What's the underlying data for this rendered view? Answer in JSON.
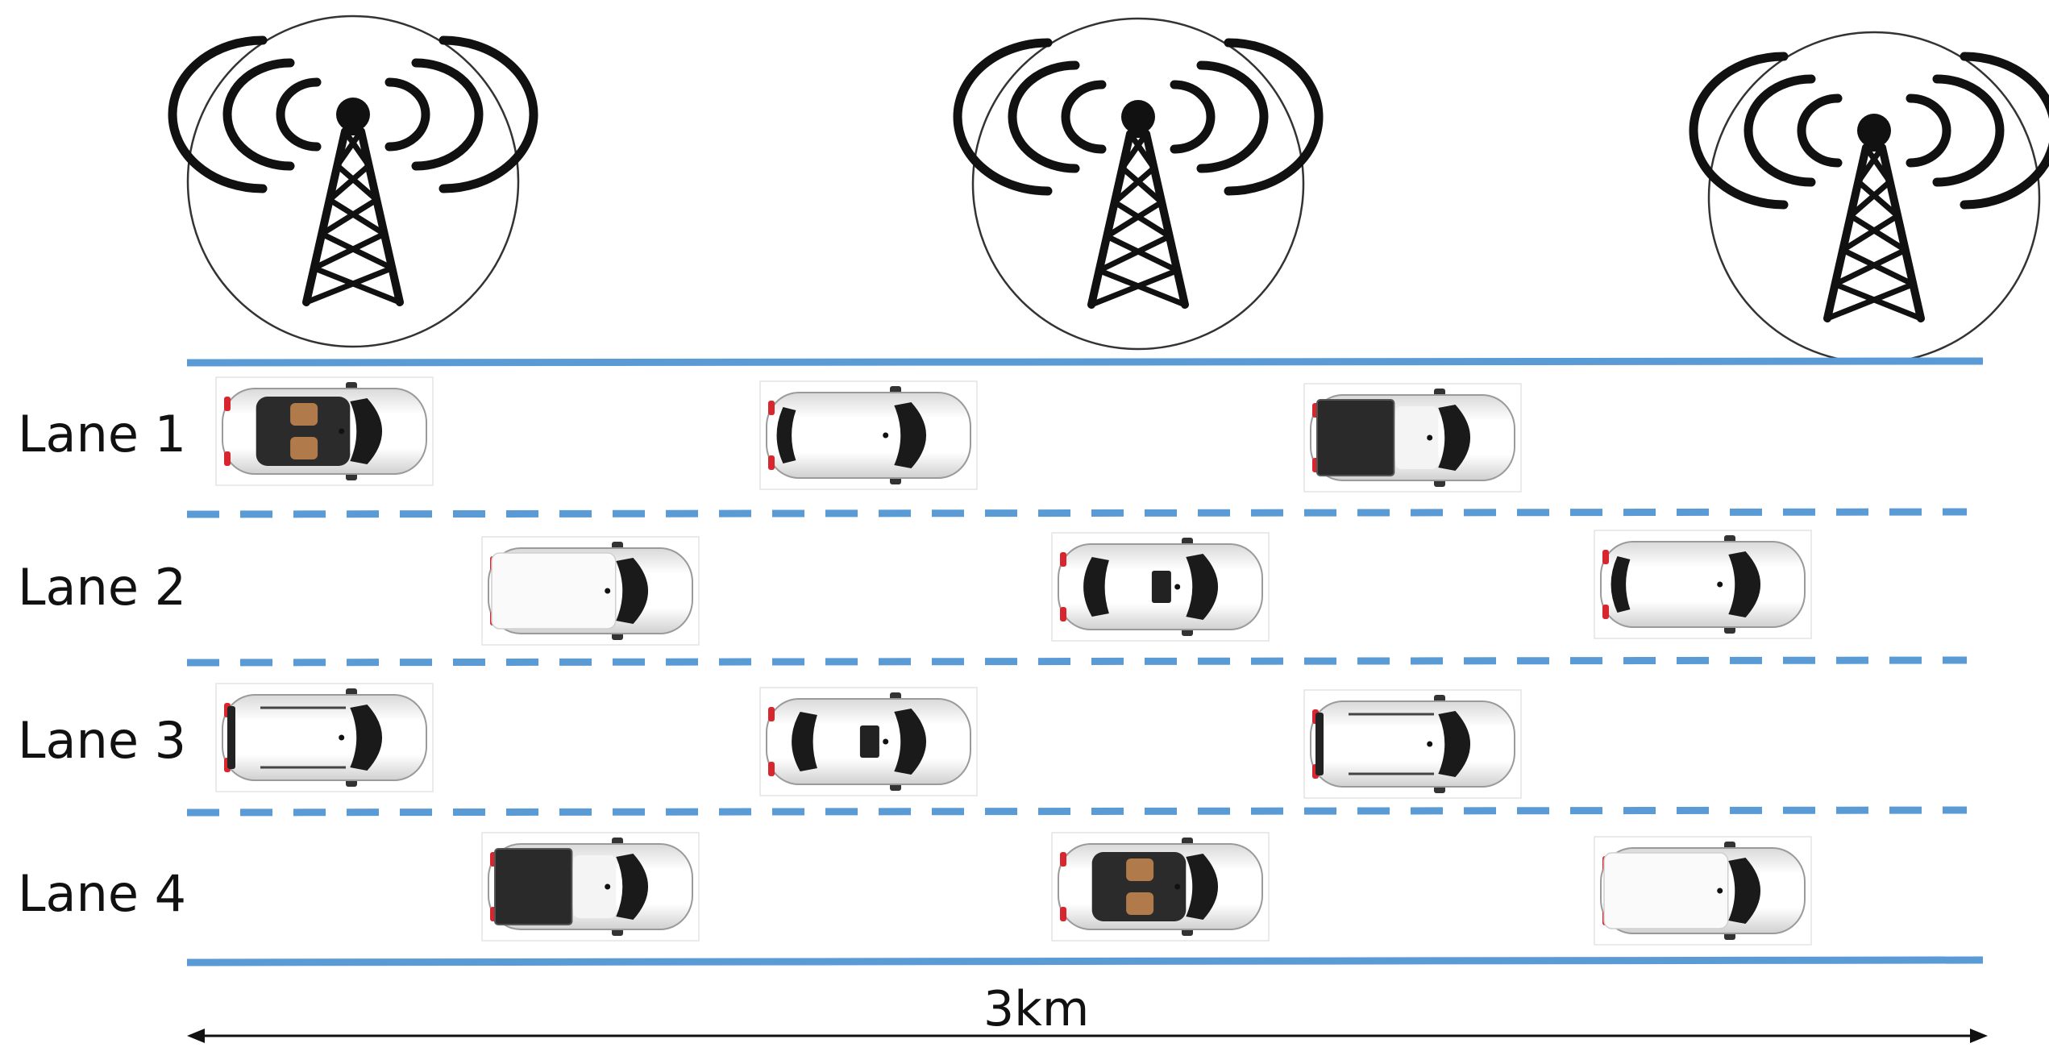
{
  "lanes": [
    {
      "label": "Lane 1"
    },
    {
      "label": "Lane 2"
    },
    {
      "label": "Lane 3"
    },
    {
      "label": "Lane 4"
    }
  ],
  "distance_label": "3km",
  "towers": [
    {
      "icon": "cell-tower-icon"
    },
    {
      "icon": "cell-tower-icon"
    },
    {
      "icon": "cell-tower-icon"
    }
  ],
  "vehicles": [
    {
      "lane": 1,
      "type": "convertible",
      "icon": "car-convertible-icon"
    },
    {
      "lane": 1,
      "type": "hatchback",
      "icon": "car-hatchback-icon"
    },
    {
      "lane": 1,
      "type": "pickup",
      "icon": "car-pickup-icon"
    },
    {
      "lane": 2,
      "type": "van",
      "icon": "car-van-icon"
    },
    {
      "lane": 2,
      "type": "sedan",
      "icon": "car-sedan-icon"
    },
    {
      "lane": 2,
      "type": "hatchback",
      "icon": "car-hatchback-icon"
    },
    {
      "lane": 3,
      "type": "suv",
      "icon": "car-suv-icon"
    },
    {
      "lane": 3,
      "type": "sedan",
      "icon": "car-sedan-icon"
    },
    {
      "lane": 3,
      "type": "suv",
      "icon": "car-suv-icon"
    },
    {
      "lane": 4,
      "type": "pickup",
      "icon": "car-pickup-icon"
    },
    {
      "lane": 4,
      "type": "convertible",
      "icon": "car-convertible-icon"
    },
    {
      "lane": 4,
      "type": "van",
      "icon": "car-van-icon"
    }
  ],
  "colors": {
    "road_line": "#5b9bd5",
    "ink": "#111111",
    "car_body": "#f2f2f2",
    "glass": "#1a1a1a",
    "seat": "#b07a4a",
    "tail_light": "#d8262e"
  }
}
